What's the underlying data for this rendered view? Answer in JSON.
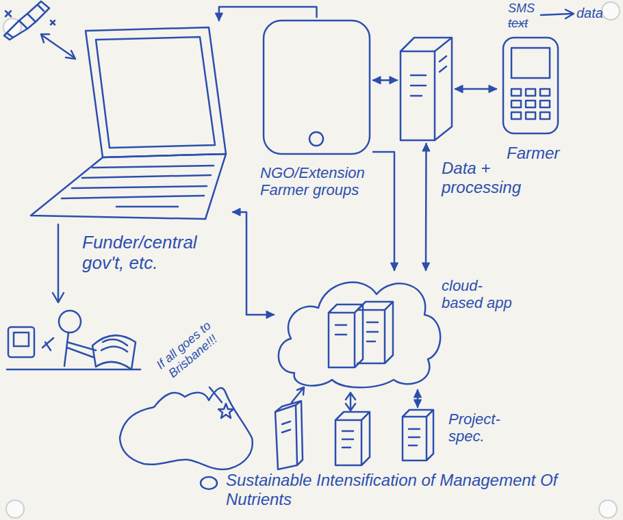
{
  "diagram": {
    "caption": "Sustainable Intensification of Management Of Nutrients",
    "nodes": [
      {
        "text": [
          "Funder/central gov't, etc."
        ]
      },
      {
        "text": [
          "NGO/Extension Farmer groups"
        ]
      },
      {
        "text": [
          "Data + processing"
        ]
      },
      {
        "text": [
          "Farmer"
        ]
      },
      {
        "text": [
          "cloud-based app"
        ]
      },
      {
        "text": [
          "Project-spec."
        ]
      }
    ],
    "edges": [
      {
        "from": 1,
        "to": 0,
        "arrow": "to"
      },
      {
        "from": 1,
        "to": 2,
        "arrow": "both"
      },
      {
        "from": 2,
        "to": 3,
        "arrow": "both"
      },
      {
        "from": 2,
        "to": 4,
        "arrow": "both"
      },
      {
        "from": 0,
        "to": 4,
        "arrow": "both"
      },
      {
        "from": 1,
        "to": 4,
        "arrow": "to"
      },
      {
        "from": 4,
        "to": 5,
        "arrow": "both"
      }
    ],
    "labels": [
      "SMS",
      "text",
      "data",
      "If all goes to Brisbane!!!"
    ]
  }
}
